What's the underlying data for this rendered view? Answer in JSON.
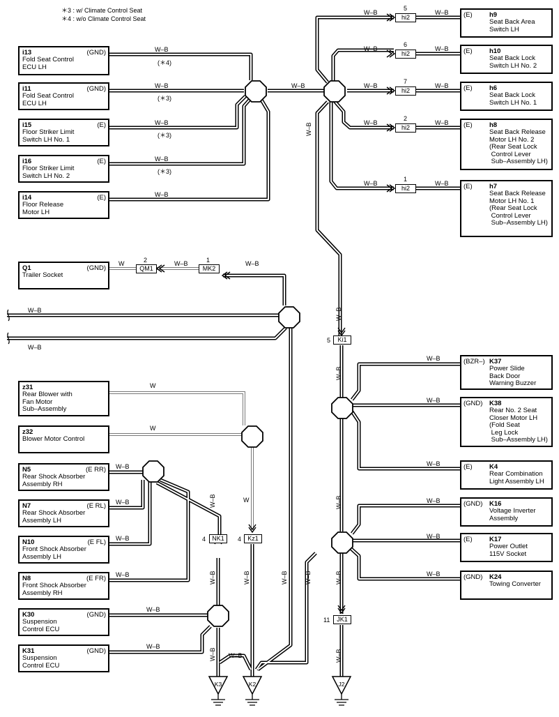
{
  "notes": {
    "n3": "＊3 : w/ Climate Control Seat",
    "n4": "＊4 : w/o Climate Control Seat"
  },
  "components": {
    "i13": {
      "code": "i13",
      "name": "Fold Seat Control\nECU LH",
      "pin": "(GND)"
    },
    "i11": {
      "code": "i11",
      "name": "Fold Seat Control\nECU LH",
      "pin": "(GND)"
    },
    "i15": {
      "code": "i15",
      "name": "Floor Striker Limit\nSwitch LH No. 1",
      "pin": "(E)"
    },
    "i16": {
      "code": "i16",
      "name": "Floor Striker Limit\nSwitch LH No. 2",
      "pin": "(E)"
    },
    "i14": {
      "code": "i14",
      "name": "Floor Release\nMotor LH",
      "pin": "(E)"
    },
    "h9": {
      "code": "h9",
      "name": "Seat Back Area\nSwitch LH",
      "pin": "(E)"
    },
    "h10": {
      "code": "h10",
      "name": "Seat Back Lock\nSwitch LH No. 2",
      "pin": "(E)"
    },
    "h6": {
      "code": "h6",
      "name": "Seat Back Lock\nSwitch LH No. 1",
      "pin": "(E)"
    },
    "h8": {
      "code": "h8",
      "name": "Seat Back Release\nMotor LH No. 2\n(Rear Seat Lock\n Control Lever\n Sub–Assembly LH)",
      "pin": "(E)"
    },
    "h7": {
      "code": "h7",
      "name": "Seat Back Release\nMotor LH No. 1\n(Rear Seat Lock\n Control Lever\n Sub–Assembly LH)",
      "pin": "(E)"
    },
    "Q1": {
      "code": "Q1",
      "name": "Trailer Socket",
      "pin": "(GND)"
    },
    "z31": {
      "code": "z31",
      "name": "Rear Blower with\nFan Motor\nSub–Assembly",
      "pin": ""
    },
    "z32": {
      "code": "z32",
      "name": "Blower Motor Control",
      "pin": ""
    },
    "N5": {
      "code": "N5",
      "name": "Rear Shock Absorber\nAssembly RH",
      "pin": "(E RR)"
    },
    "N7": {
      "code": "N7",
      "name": "Rear Shock Absorber\nAssembly LH",
      "pin": "(E RL)"
    },
    "N10": {
      "code": "N10",
      "name": "Front Shock Absorber\nAssembly LH",
      "pin": "(E FL)"
    },
    "N8": {
      "code": "N8",
      "name": "Front Shock Absorber\nAssembly RH",
      "pin": "(E FR)"
    },
    "K30": {
      "code": "K30",
      "name": "Suspension\nControl ECU",
      "pin": "(GND)"
    },
    "K31": {
      "code": "K31",
      "name": "Suspension\nControl ECU",
      "pin": "(GND)"
    },
    "K37": {
      "code": "K37",
      "name": "Power Slide\nBack Door\nWarning Buzzer",
      "pin": "(BZR–)"
    },
    "K38": {
      "code": "K38",
      "name": "Rear No. 2 Seat\nCloser Motor LH\n(Fold Seat\n Leg Lock\n Sub–Assembly LH)",
      "pin": "(GND)"
    },
    "K4": {
      "code": "K4",
      "name": "Rear Combination\nLight Assembly LH",
      "pin": "(E)"
    },
    "K16": {
      "code": "K16",
      "name": "Voltage Inverter\nAssembly",
      "pin": "(GND)"
    },
    "K17": {
      "code": "K17",
      "name": "Power Outlet\n115V Socket",
      "pin": "(E)"
    },
    "K24": {
      "code": "K24",
      "name": "Towing Converter",
      "pin": "(GND)"
    }
  },
  "wires": {
    "wb": "W–B",
    "w": "W"
  },
  "conditions": {
    "c4": "(＊4)",
    "c3": "(＊3)"
  },
  "connectors": {
    "hi2": "hi2",
    "QM1": "QM1",
    "MK2": "MK2",
    "Ki1": "Ki1",
    "NK1": "NK1",
    "Kz1": "Kz1",
    "JK1": "JK1"
  },
  "pins": {
    "hi2_5": "5",
    "hi2_6": "6",
    "hi2_7": "7",
    "hi2_2": "2",
    "hi2_1": "1",
    "QM1": "2",
    "MK2": "1",
    "Ki1": "5",
    "NK1": "4",
    "Kz1": "4",
    "JK1": "11"
  },
  "grounds": {
    "K3": "K3",
    "K2": "K2",
    "J2": "J2"
  }
}
